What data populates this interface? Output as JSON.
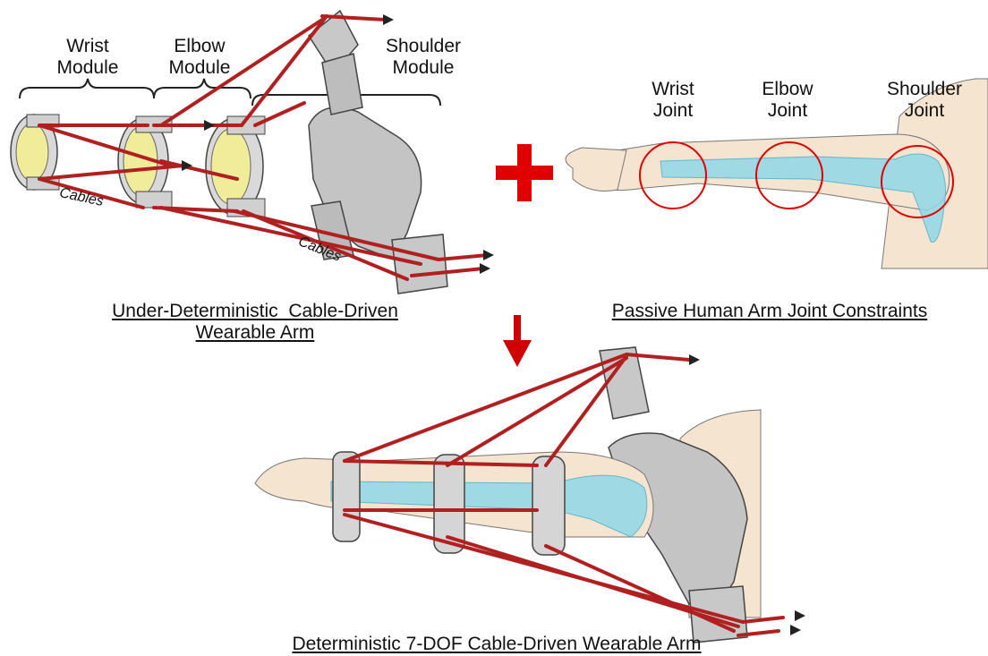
{
  "modules": {
    "wrist": [
      "Wrist",
      "Module"
    ],
    "elbow": [
      "Elbow",
      "Module"
    ],
    "shoulder": [
      "Shoulder",
      "Module"
    ]
  },
  "cables_label": "Cables",
  "joints": {
    "wrist": [
      "Wrist",
      "Joint"
    ],
    "elbow": [
      "Elbow",
      "Joint"
    ],
    "shoulder": [
      "Shoulder",
      "Joint"
    ]
  },
  "captions": {
    "under": [
      "Under-Deterministic  Cable-Driven",
      "Wearable Arm"
    ],
    "passive": "Passive Human Arm Joint Constraints",
    "deterministic": "Deterministic 7-DOF Cable-Driven Wearable Arm"
  },
  "colors": {
    "cable": "#b02020",
    "joint_circle": "#e00000",
    "plus": "#e00000",
    "arrow": "#d00000",
    "bone": "#8fd8e8",
    "skin": "#f5e4cf",
    "frame": "#bdbdbd",
    "ring_inner": "#f0ec9a"
  }
}
